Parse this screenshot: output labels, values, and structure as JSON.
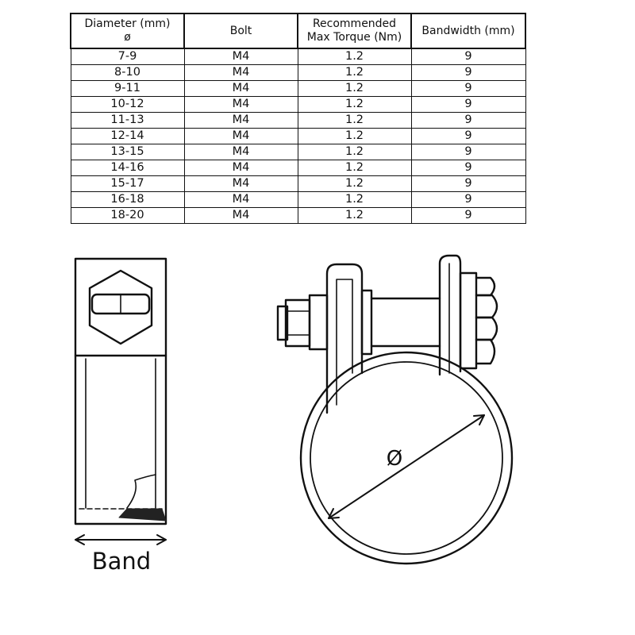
{
  "table": {
    "headers": [
      {
        "line1": "Diameter (mm)",
        "line2": "ø"
      },
      {
        "line1": "Bolt",
        "line2": ""
      },
      {
        "line1": "Recommended",
        "line2": "Max Torque (Nm)"
      },
      {
        "line1": "Bandwidth (mm)",
        "line2": ""
      }
    ],
    "rows": [
      [
        "7-9",
        "M4",
        "1.2",
        "9"
      ],
      [
        "8-10",
        "M4",
        "1.2",
        "9"
      ],
      [
        "9-11",
        "M4",
        "1.2",
        "9"
      ],
      [
        "10-12",
        "M4",
        "1.2",
        "9"
      ],
      [
        "11-13",
        "M4",
        "1.2",
        "9"
      ],
      [
        "12-14",
        "M4",
        "1.2",
        "9"
      ],
      [
        "13-15",
        "M4",
        "1.2",
        "9"
      ],
      [
        "14-16",
        "M4",
        "1.2",
        "9"
      ],
      [
        "15-17",
        "M4",
        "1.2",
        "9"
      ],
      [
        "16-18",
        "M4",
        "1.2",
        "9"
      ],
      [
        "18-20",
        "M4",
        "1.2",
        "9"
      ]
    ]
  },
  "drawing": {
    "band_label": "Band",
    "diameter_label": "Ø"
  }
}
